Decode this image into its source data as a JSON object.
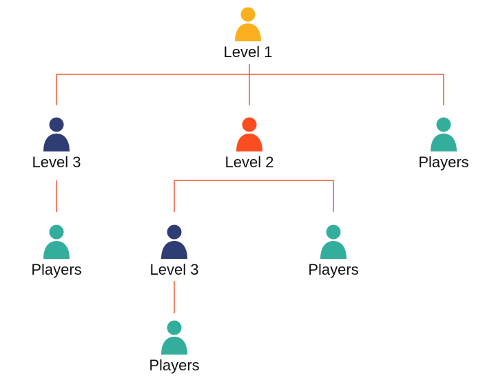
{
  "colors": {
    "connector": "#ea5a35",
    "label_text": "#111111",
    "level1_icon": "#fbb01f",
    "level2_icon": "#fb4d1f",
    "level3_icon": "#2e3d73",
    "players_icon": "#33ae9c"
  },
  "nodes": {
    "root": {
      "label": "Level 1",
      "icon": "person-icon"
    },
    "left_level3": {
      "label": "Level 3",
      "icon": "person-icon"
    },
    "middle_level2": {
      "label": "Level 2",
      "icon": "person-icon"
    },
    "right_players": {
      "label": "Players",
      "icon": "person-icon"
    },
    "left_players": {
      "label": "Players",
      "icon": "person-icon"
    },
    "middle_level3": {
      "label": "Level 3",
      "icon": "person-icon"
    },
    "middle_players": {
      "label": "Players",
      "icon": "person-icon"
    },
    "bottom_players": {
      "label": "Players",
      "icon": "person-icon"
    }
  }
}
